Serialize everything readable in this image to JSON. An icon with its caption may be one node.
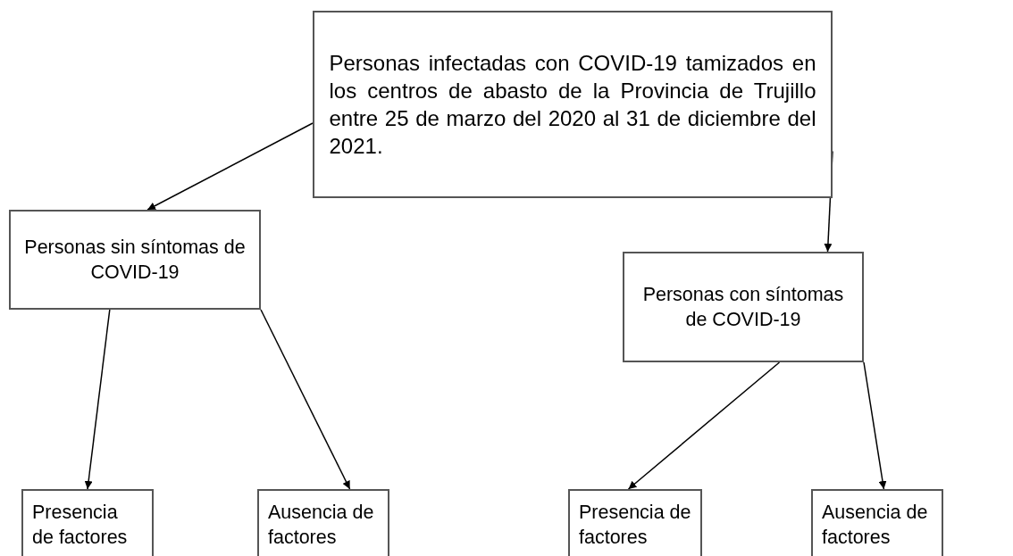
{
  "diagram": {
    "nodes": [
      {
        "text": [
          "Personas infectadas con COVID-19 tamizados en los centros de abasto de la Provincia de Trujillo entre 25 de marzo del 2020 al 31 de diciembre del 2021."
        ]
      },
      {
        "text": [
          "Personas sin síntomas de COVID-19"
        ]
      },
      {
        "text": [
          "Personas con síntomas de COVID-19"
        ]
      },
      {
        "text": [
          "Presencia de factores"
        ]
      },
      {
        "text": [
          "Ausencia de factores"
        ]
      },
      {
        "text": [
          "Presencia de factores"
        ]
      },
      {
        "text": [
          "Ausencia de factores"
        ]
      }
    ],
    "edges": [
      {
        "from": 0,
        "to": 1,
        "arrow": "to"
      },
      {
        "from": 0,
        "to": 2,
        "arrow": "to"
      },
      {
        "from": 1,
        "to": 3,
        "arrow": "to"
      },
      {
        "from": 1,
        "to": 4,
        "arrow": "to"
      },
      {
        "from": 2,
        "to": 5,
        "arrow": "to"
      },
      {
        "from": 2,
        "to": 6,
        "arrow": "to"
      }
    ]
  }
}
